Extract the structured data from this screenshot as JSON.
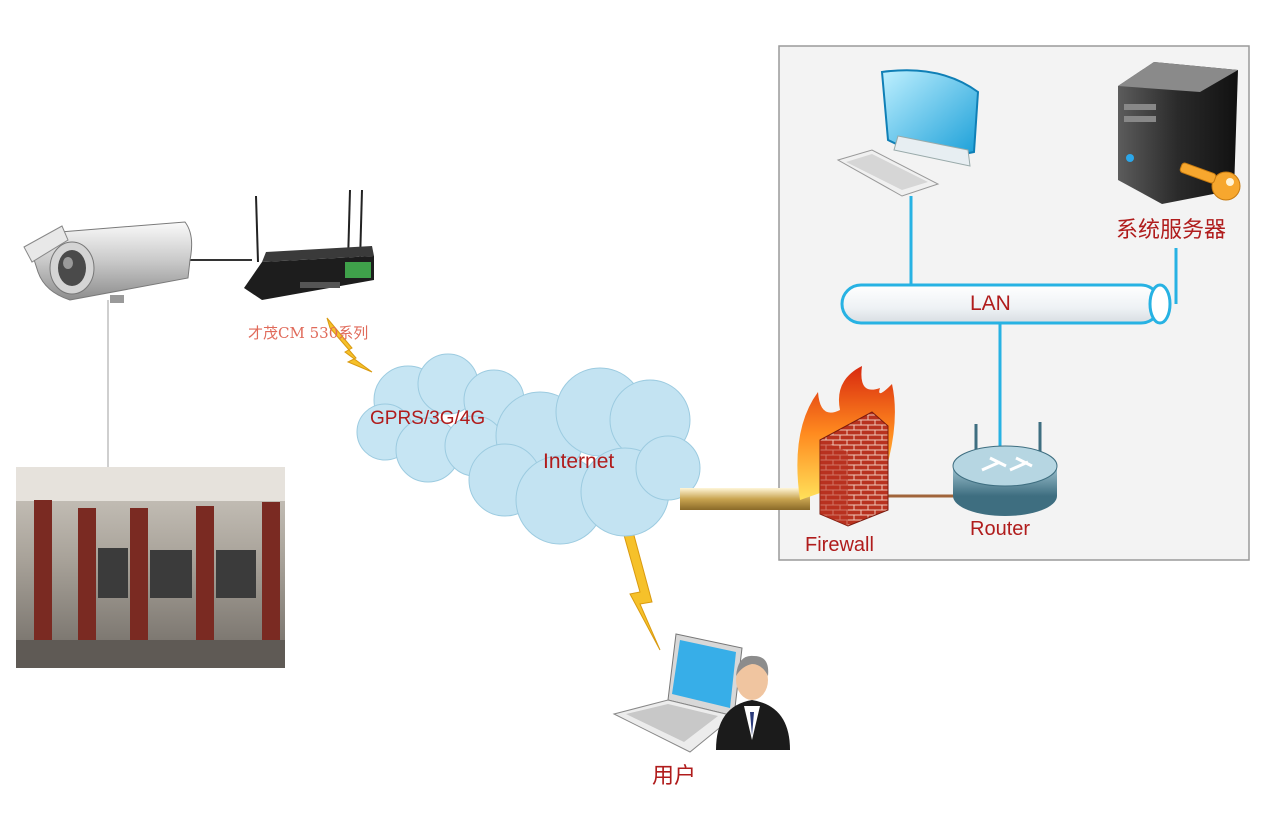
{
  "labels": {
    "router_device": "才茂CM 530系列",
    "wireless_cloud": "GPRS/3G/4G",
    "internet": "Internet",
    "lan": "LAN",
    "firewall": "Firewall",
    "router": "Router",
    "system_server": "系统服务器",
    "user": "用户"
  },
  "colors": {
    "label_red": "#b01c1c",
    "router_device_label": "#e06a5a",
    "network_line": "#27b2e3",
    "lightning": "#f6c12a",
    "cloud": "#bfe2f2",
    "panel_border": "#9a9a9a",
    "uplink_tube": "#c8a24a"
  }
}
